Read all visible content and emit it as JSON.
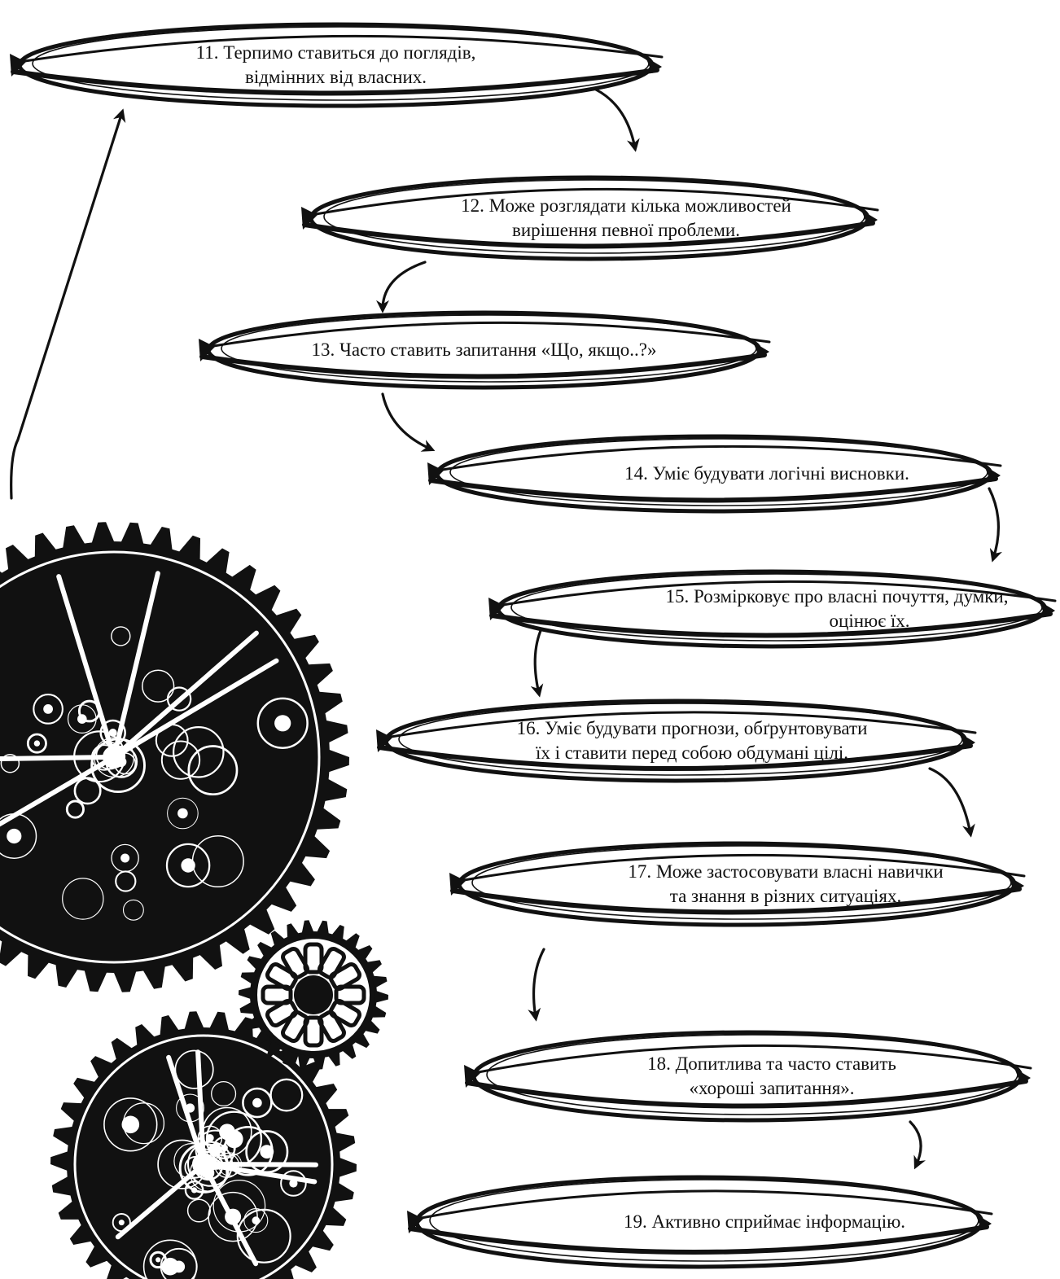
{
  "steps": [
    {
      "line1": "11. Терпимо ставиться до поглядів,",
      "line2": "відмінних від власних."
    },
    {
      "line1": "12. Може розглядати кілька можливостей",
      "line2": "вирішення певної проблеми."
    },
    {
      "line1": "13. Часто ставить запитання «Що, якщо..?»",
      "line2": ""
    },
    {
      "line1": "14. Уміє будувати логічні висновки.",
      "line2": ""
    },
    {
      "line1": "15. Розмірковує про власні почуття, думки,",
      "line2": "оцінює їх."
    },
    {
      "line1": "16. Уміє будувати прогнози, обґрунтовувати",
      "line2": "їх і ставити перед собою обдумані цілі."
    },
    {
      "line1": "17. Може застосовувати власні навички",
      "line2": "та знання в різних ситуаціях."
    },
    {
      "line1": "18. Допитлива та часто ставить",
      "line2": "«хороші запитання»."
    },
    {
      "line1": "19. Активно сприймає інформацію.",
      "line2": ""
    }
  ],
  "icons": {
    "decoration": "clockwork-gears-illustration",
    "connector": "curved-arrow-icon"
  },
  "colors": {
    "ink": "#111111",
    "paper": "#ffffff"
  }
}
